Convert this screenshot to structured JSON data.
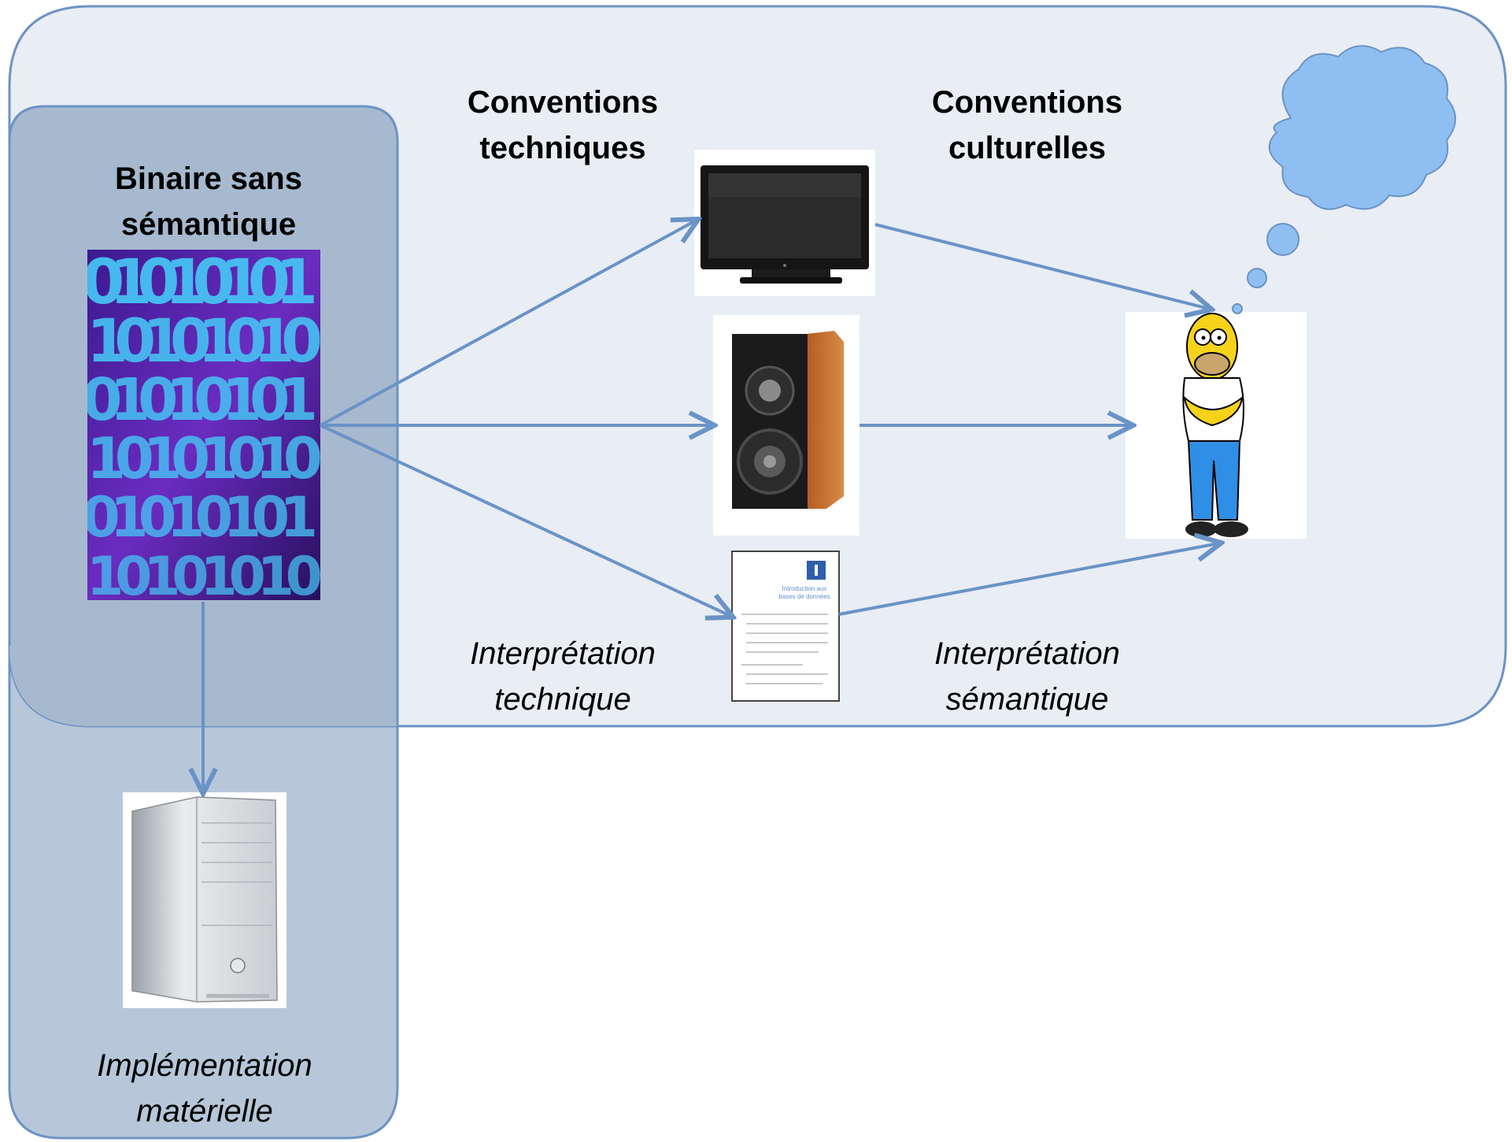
{
  "outer_region": {
    "heading_technical": [
      "Conventions",
      "techniques"
    ],
    "heading_cultural": [
      "Conventions",
      "culturelles"
    ],
    "caption_technical": [
      "Interprétation",
      "technique"
    ],
    "caption_semantic": [
      "Interprétation",
      "sémantique"
    ]
  },
  "inner_region": {
    "heading": [
      "Binaire sans",
      "sémantique"
    ],
    "caption": [
      "Implémentation",
      "matérielle"
    ]
  },
  "binary_image": {
    "rows": [
      "01010101",
      "10101010",
      "01010101",
      "10101010",
      "01010101",
      "10101010"
    ]
  },
  "document_image": {
    "title_lines": [
      "Introduction aux",
      "bases de données"
    ]
  },
  "colors": {
    "outer_fill": "#e7ecf3",
    "outer_stroke": "#6d93c4",
    "inner_fill": "#a7b9cf",
    "inner_lower_fill": "#b7c7d9",
    "arrow": "#6a93c6",
    "cloud": "#8fbff2"
  }
}
